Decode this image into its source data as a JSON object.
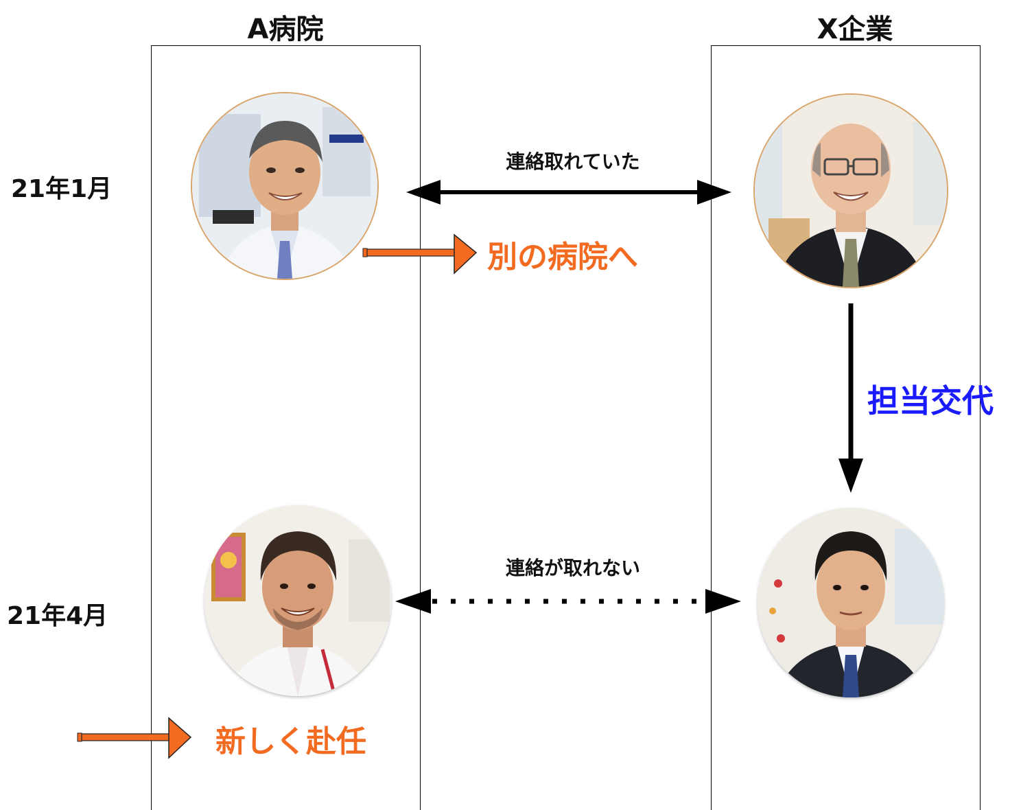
{
  "columns": {
    "hospital": {
      "title": "A病院"
    },
    "company": {
      "title": "X企業"
    }
  },
  "dates": {
    "jan": "21年1月",
    "apr": "21年4月"
  },
  "relations": {
    "before": "連絡取れていた",
    "after": "連絡が取れない"
  },
  "events": {
    "moved": "別の病院へ",
    "new_post": "新しく赴任",
    "rep_change": "担当交代"
  },
  "colors": {
    "orange": "#f26b21",
    "blue": "#1a1aff",
    "line": "#000000"
  },
  "portraits": {
    "hospital_old": "doctor-senior-portrait",
    "company_old": "businessman-senior-portrait",
    "hospital_new": "doctor-young-portrait",
    "company_new": "businessman-young-portrait"
  }
}
